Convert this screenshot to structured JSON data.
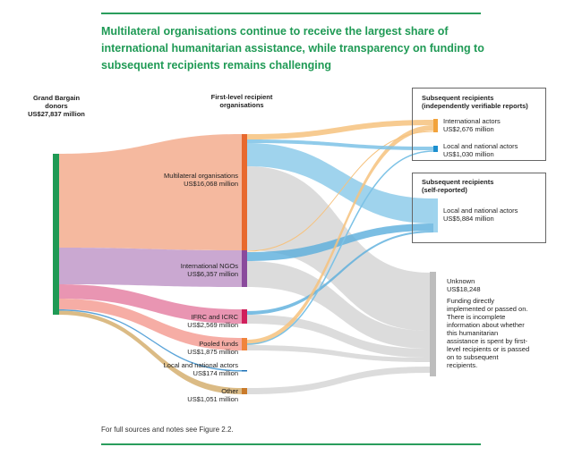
{
  "title": "Multilateral organisations continue to receive the largest share of international humanitarian assistance, while transparency on funding to subsequent recipients remains challenging",
  "source": {
    "name": "Grand Bargain donors",
    "line1": "Grand Bargain",
    "line2": "donors",
    "value": "US$27,837 million"
  },
  "column_header": {
    "line1": "First-level recipient",
    "line2": "organisations"
  },
  "first_level": [
    {
      "name": "Multilateral organisations",
      "value": "US$16,068 million",
      "color": "#e8692e"
    },
    {
      "name": "International NGOs",
      "value": "US$6,357 million",
      "color": "#8a4a9c"
    },
    {
      "name": "IFRC and ICRC",
      "value": "US$2,569 million",
      "color": "#d01f5c"
    },
    {
      "name": "Pooled funds",
      "value": "US$1,875 million",
      "color": "#f0843c"
    },
    {
      "name": "Local and national actors",
      "value": "US$174 million",
      "color": "#1a6fb5"
    },
    {
      "name": "Other",
      "value": "US$1,051 million",
      "color": "#c97a2a"
    }
  ],
  "verifiable_box": {
    "title_line1": "Subsequent recipients",
    "title_line2": "(independently verifiable reports)",
    "items": [
      {
        "name": "International actors",
        "value": "US$2,676 million",
        "color": "#f2a33c"
      },
      {
        "name": "Local and national actors",
        "value": "US$1,030 million",
        "color": "#1b8fcf"
      }
    ]
  },
  "self_reported_box": {
    "title_line1": "Subsequent recipients",
    "title_line2": "(self-reported)",
    "items": [
      {
        "name": "Local and national actors",
        "value": "US$5,884 million",
        "color": "#9fd4ee"
      }
    ]
  },
  "unknown": {
    "name": "Unknown",
    "value": "US$18,248",
    "desc": [
      "Funding directly",
      "implemented or passed on.",
      "There is incomplete",
      "information about whether",
      "this humanitarian",
      "assistance is spent by first-",
      "level recipients or is passed",
      "on to subsequent",
      "recipients."
    ],
    "color": "#bdbdbd"
  },
  "footer": "For full sources and notes see Figure 2.2.",
  "colors": {
    "accent": "#1f9a55",
    "source_bar": "#1f9a55"
  }
}
